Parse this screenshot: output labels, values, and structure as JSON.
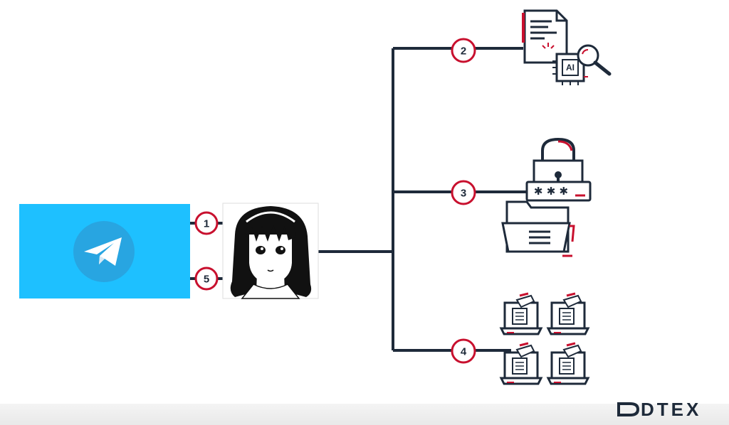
{
  "steps": [
    {
      "id": 1,
      "label": "1"
    },
    {
      "id": 2,
      "label": "2"
    },
    {
      "id": 3,
      "label": "3"
    },
    {
      "id": 4,
      "label": "4"
    },
    {
      "id": 5,
      "label": "5"
    }
  ],
  "nodes": {
    "telegram": {
      "icon": "telegram-icon",
      "color": "#1ec0ff"
    },
    "actor": {
      "icon": "anime-girl-avatar"
    },
    "ai_document": {
      "icon": "ai-document-analysis-icon"
    },
    "credentials": {
      "icon": "locked-folder-password-icon"
    },
    "distribution": {
      "icon": "laptop-grid-icon"
    }
  },
  "colors": {
    "line": "#1e2a3a",
    "accent": "#c8102e",
    "telegram": "#1ec0ff"
  },
  "brand": {
    "logo_text": "DTEX"
  }
}
